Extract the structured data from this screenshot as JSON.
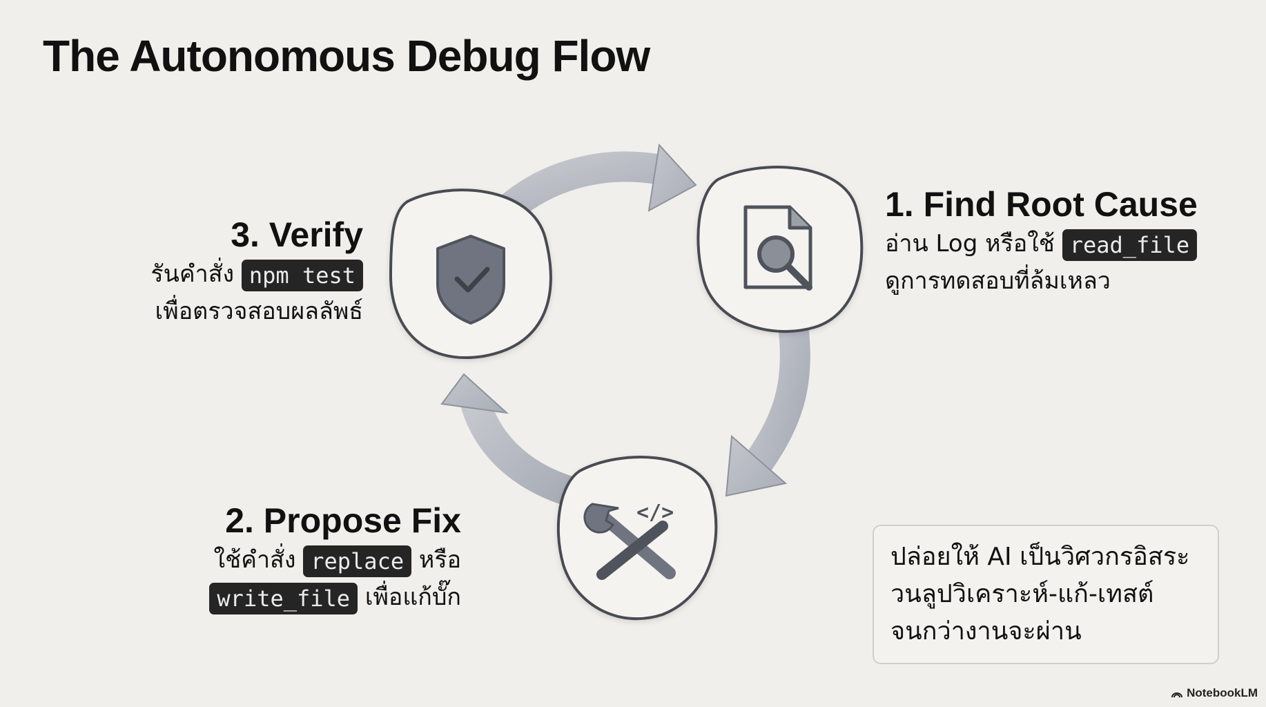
{
  "title": "The Autonomous Debug Flow",
  "steps": {
    "find": {
      "title": "1. Find Root Cause",
      "line1_pre": "อ่าน Log หรือใช้",
      "line1_code": "read_file",
      "line2": "ดูการทดสอบที่ล้มเหลว",
      "icon": "document-search-icon"
    },
    "fix": {
      "title": "2. Propose Fix",
      "line1_pre": "ใช้คำสั่ง",
      "line1_code": "replace",
      "line1_post": "หรือ",
      "line2_code": "write_file",
      "line2_post": "เพื่อแก้บั๊ก",
      "icon": "wrench-screwdriver-code-icon"
    },
    "verify": {
      "title": "3. Verify",
      "line1_pre": "รันคำสั่ง",
      "line1_code": "npm test",
      "line2": "เพื่อตรวจสอบผลลัพธ์",
      "icon": "shield-check-icon"
    }
  },
  "note": {
    "line1": "ปล่อยให้ AI เป็นวิศวกรอิสระ",
    "line2": "วนลูปวิเคราะห์-แก้-เทสต์",
    "line3": "จนกว่างานจะผ่าน"
  },
  "brand": "NotebookLM",
  "colors": {
    "background": "#f0efeb",
    "node_fill": "#f4f3f0",
    "node_stroke": "#4a4c52",
    "icon": "#6f7480",
    "arrow": "#b6bac2",
    "code_bg": "#252525"
  }
}
